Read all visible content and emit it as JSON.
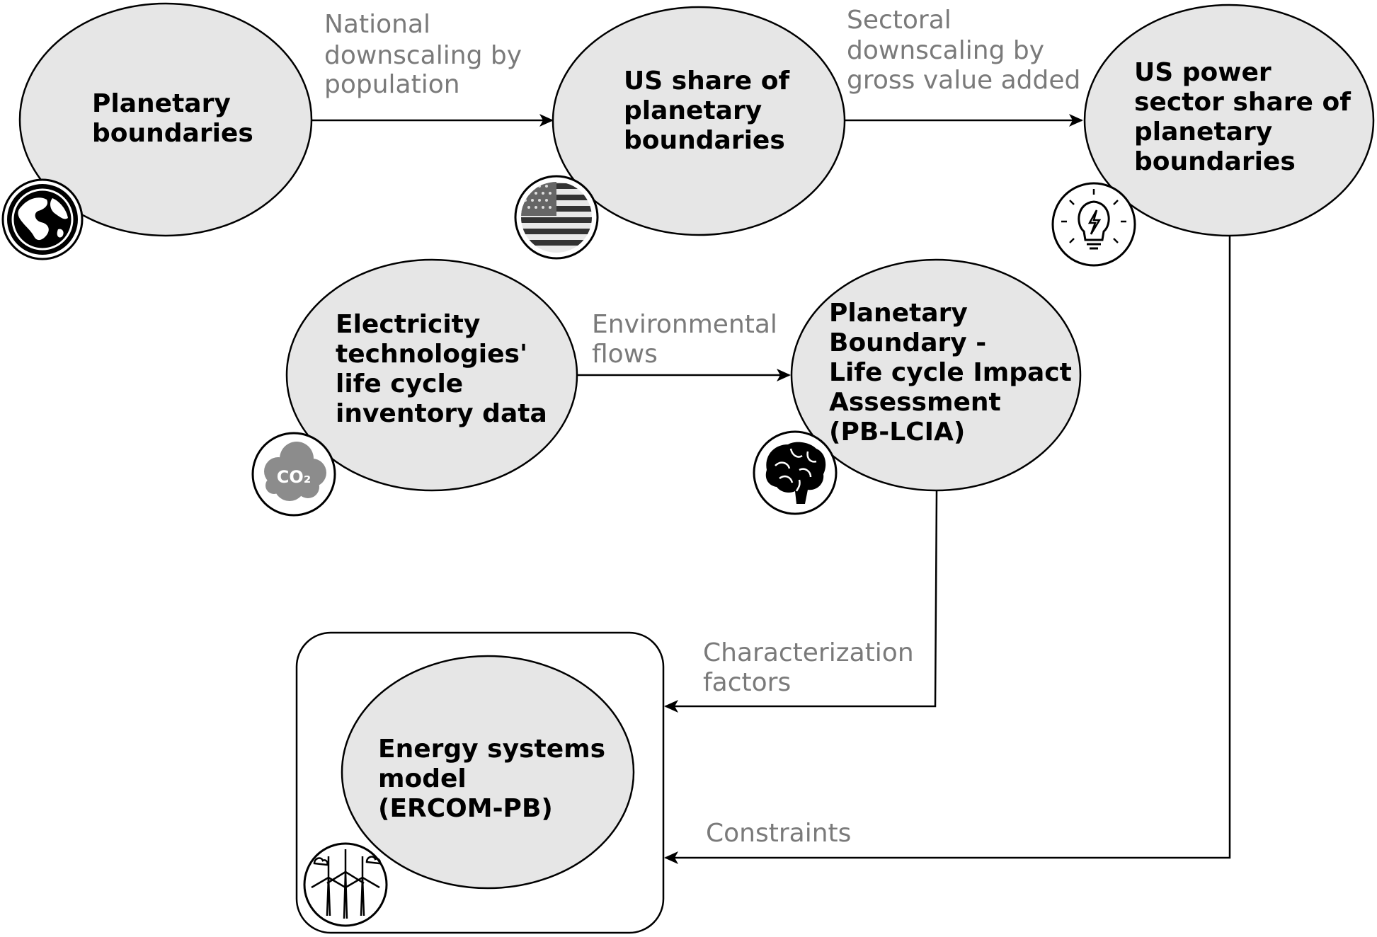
{
  "nodes": {
    "planetary_boundaries": [
      "Planetary",
      "boundaries"
    ],
    "us_share": [
      "US share of",
      "planetary",
      "boundaries"
    ],
    "us_power_share": [
      "US power",
      "sector share of",
      "planetary",
      "boundaries"
    ],
    "electricity_lci": [
      "Electricity",
      "technologies'",
      "life cycle",
      "inventory data"
    ],
    "pb_lcia": [
      "Planetary",
      "Boundary -",
      "Life cycle Impact",
      "Assessment",
      "(PB-LCIA)"
    ],
    "energy_model": [
      "Energy systems",
      "model",
      "(ERCOM-PB)"
    ]
  },
  "edges": {
    "national_downscaling": [
      "National",
      "downscaling by",
      "population"
    ],
    "sectoral_downscaling": [
      "Sectoral",
      "downscaling by",
      "gross value added"
    ],
    "environmental_flows": [
      "Environmental",
      "flows"
    ],
    "characterization_factors": [
      "Characterization",
      "factors"
    ],
    "constraints": [
      "Constraints"
    ]
  },
  "icons": {
    "planetary_boundaries": "globe-icon",
    "us_share": "us-flag-icon",
    "us_power_share": "lightbulb-icon",
    "electricity_lci": "co2-cloud-icon",
    "pb_lcia": "brain-icon",
    "energy_model": "wind-turbines-icon",
    "co2_label": "CO₂"
  },
  "colors": {
    "node_fill": "#e6e6e6",
    "edge_label": "#7a7a7a"
  }
}
